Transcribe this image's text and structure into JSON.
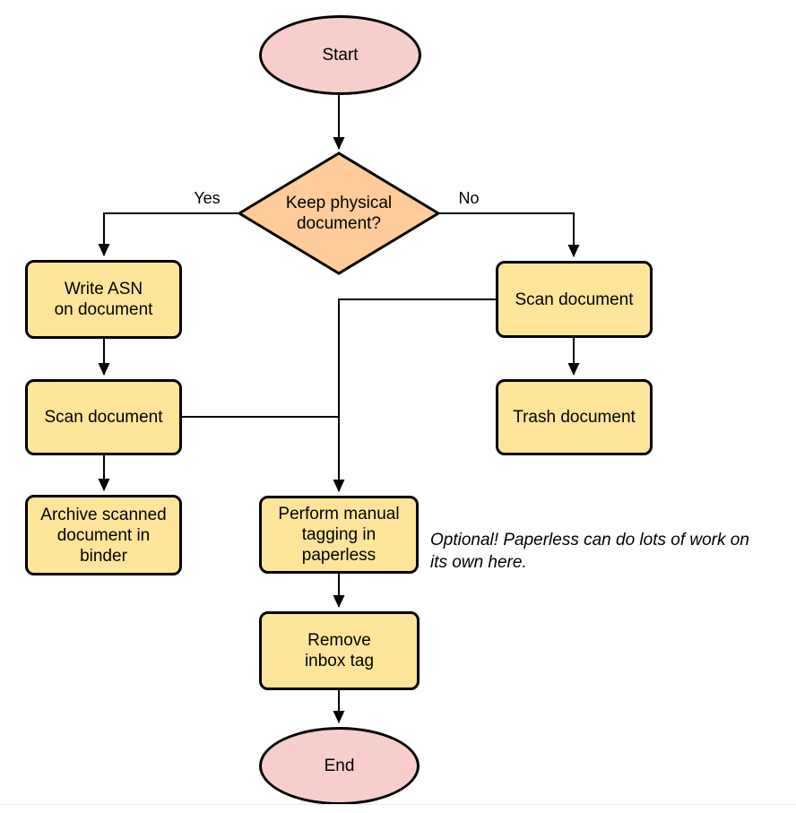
{
  "diagram": {
    "nodes": {
      "start": {
        "label": "Start"
      },
      "decision": {
        "label": "Keep physical\ndocument?"
      },
      "write_asn": {
        "label": "Write ASN\non document"
      },
      "scan_left": {
        "label": "Scan document"
      },
      "archive": {
        "label": "Archive scanned\ndocument in\nbinder"
      },
      "scan_right": {
        "label": "Scan document"
      },
      "trash": {
        "label": "Trash document"
      },
      "tagging": {
        "label": "Perform manual\ntagging in\npaperless"
      },
      "remove_inbox": {
        "label": "Remove\ninbox tag"
      },
      "end": {
        "label": "End"
      }
    },
    "edge_labels": {
      "yes": "Yes",
      "no": "No"
    },
    "annotation": "Optional! Paperless can do lots of work on\nits own here.",
    "colors": {
      "node_fill": "#ffe599",
      "decision_fill": "#ffcc99",
      "terminal_fill": "#f8cecc",
      "border_color": "#000000",
      "line_color": "#000000",
      "text_color": "#000000",
      "page_edge": "#e7edf2"
    }
  }
}
